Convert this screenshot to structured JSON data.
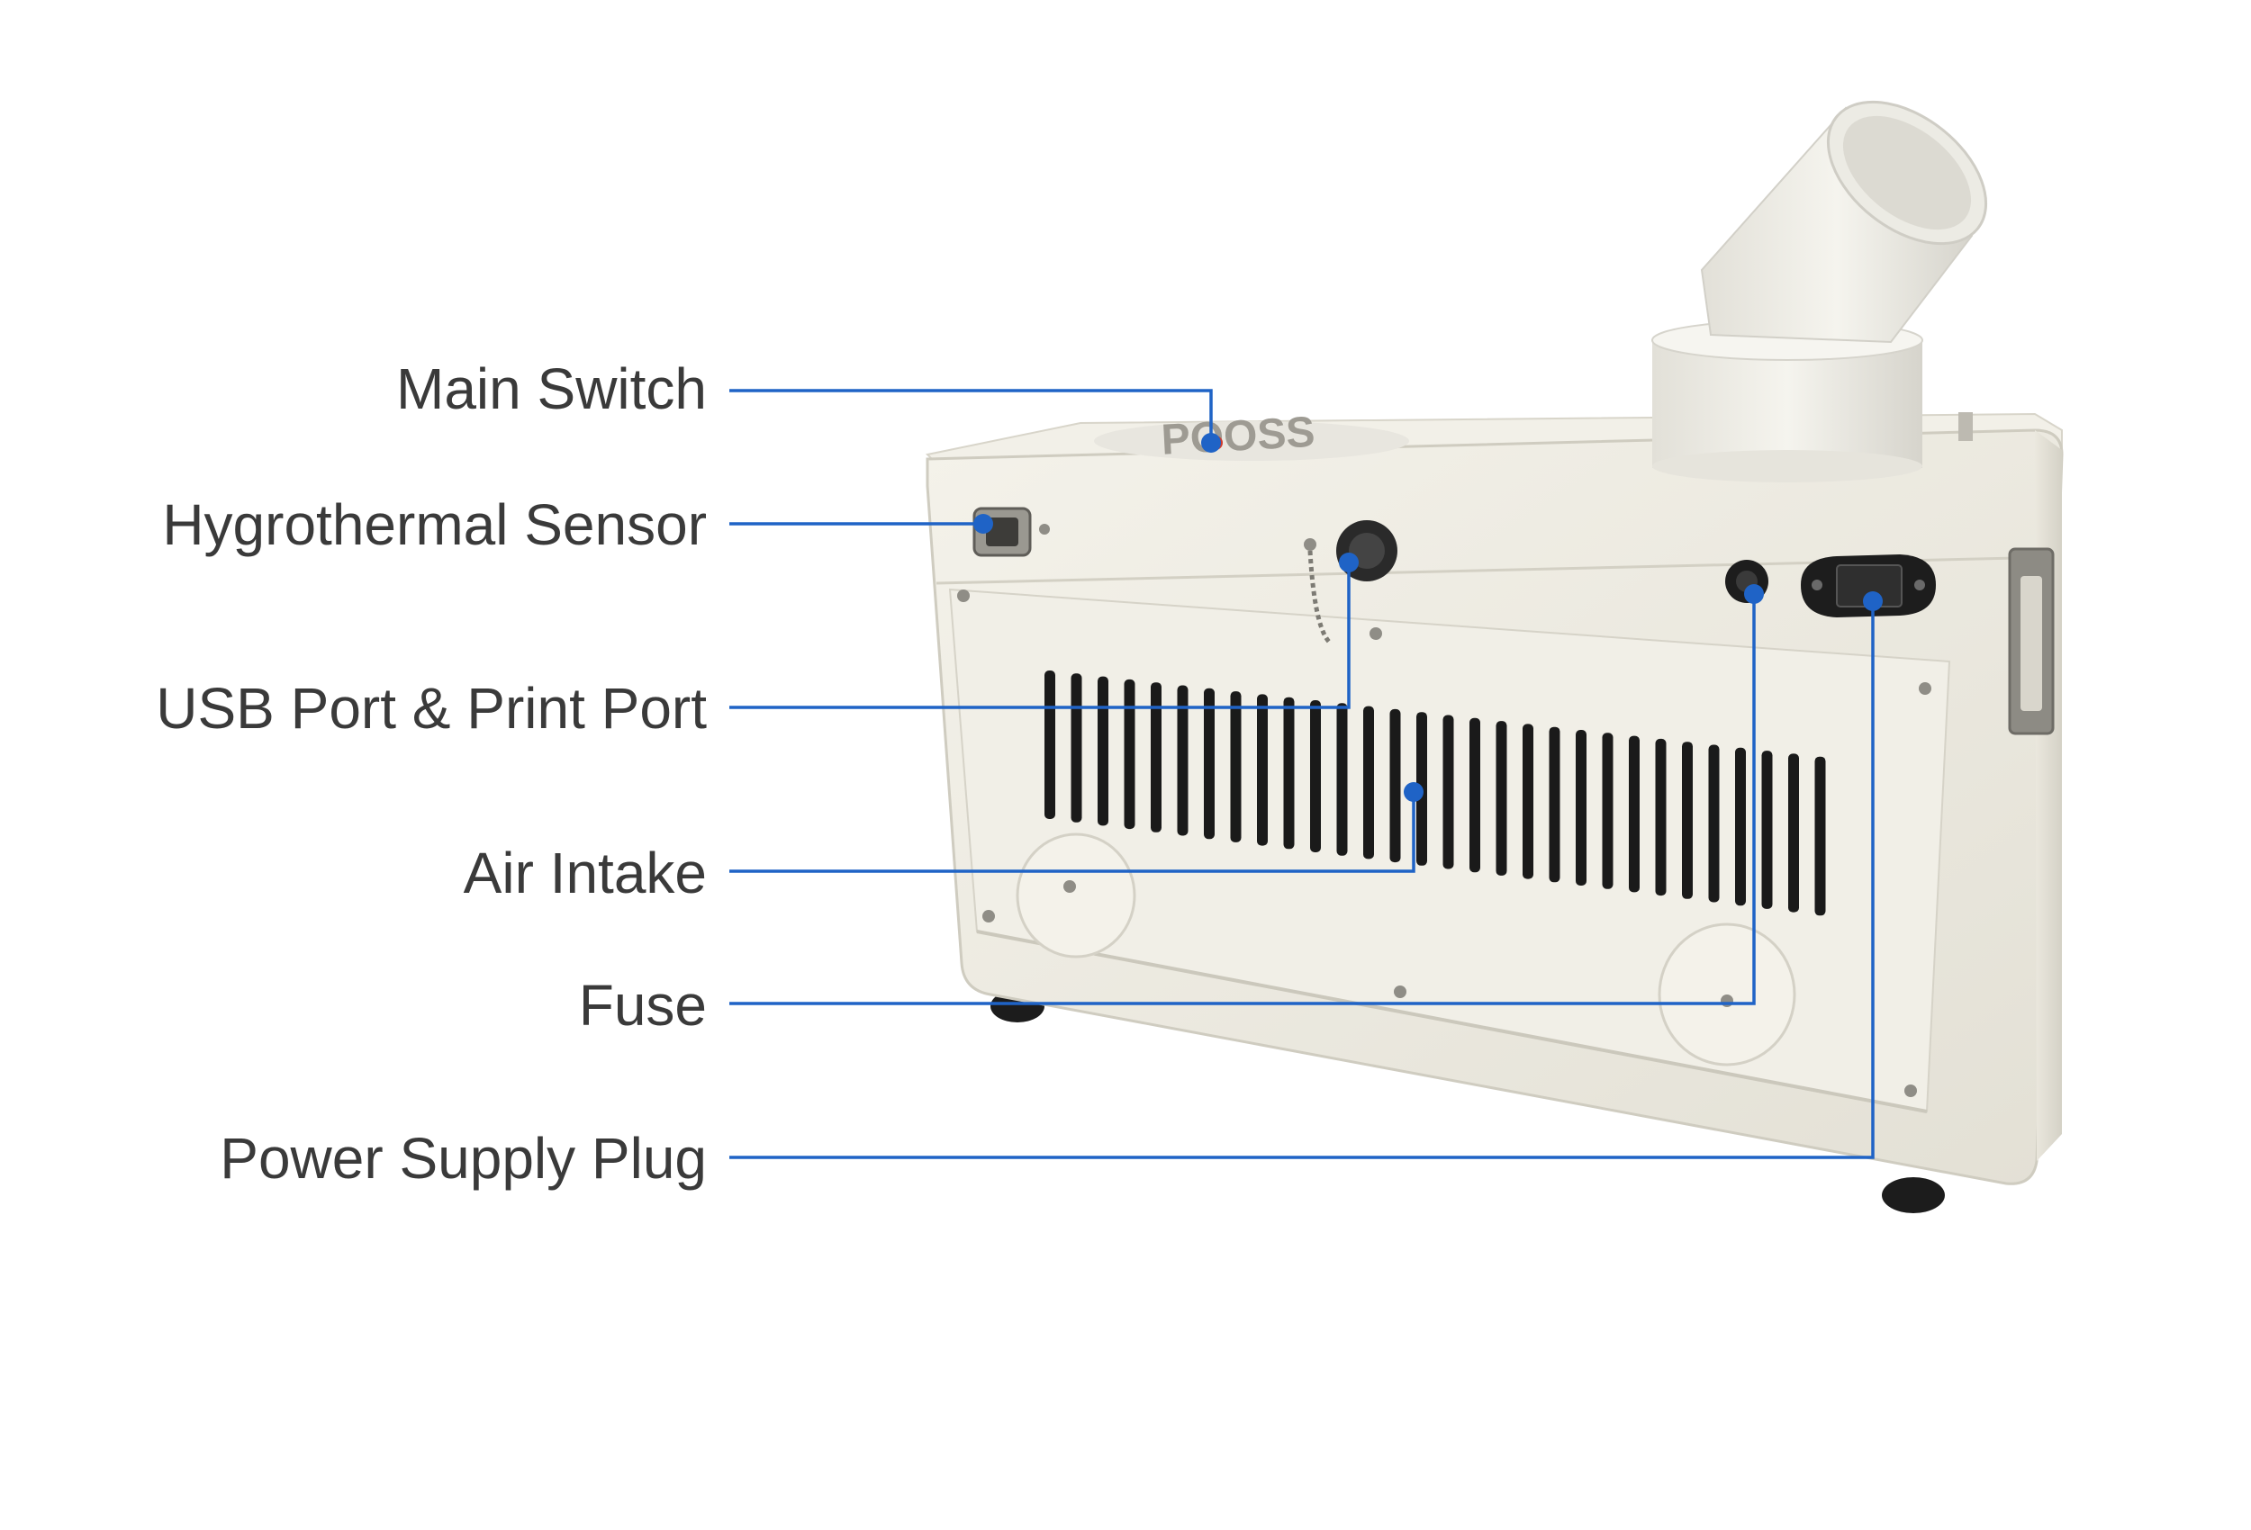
{
  "diagram": {
    "labels": [
      {
        "id": "main-switch",
        "text": "Main Switch"
      },
      {
        "id": "hygrothermal-sensor",
        "text": "Hygrothermal Sensor"
      },
      {
        "id": "usb-print-port",
        "text": "USB Port & Print Port"
      },
      {
        "id": "air-intake",
        "text": "Air Intake"
      },
      {
        "id": "fuse",
        "text": "Fuse"
      },
      {
        "id": "power-supply-plug",
        "text": "Power Supply Plug"
      }
    ],
    "colors": {
      "leader_line": "#1f63c6",
      "label_text": "#3a3a3a",
      "device_body": "#efede4",
      "device_shadow": "#d9d6cb",
      "vent_slot": "#1a1a1a"
    }
  }
}
